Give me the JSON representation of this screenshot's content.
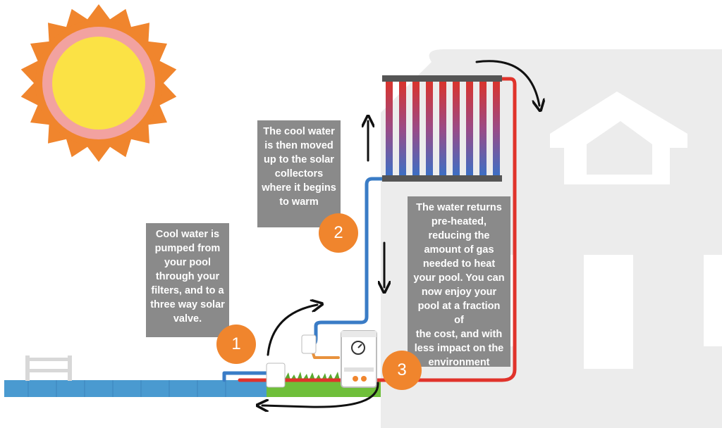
{
  "callouts": {
    "step1": "Cool water is\npumped from\nyour pool\nthrough your\nfilters, and to a\nthree way solar\nvalve.",
    "step2": "The cool water\nis then moved\nup to the solar\ncollectors\nwhere it begins\nto warm",
    "step3": "The water returns\npre-heated,\nreducing the\namount of gas\nneeded to heat\nyour pool.  You can\nnow enjoy your\npool at a fraction of\nthe cost, and with\nless impact on the\nenvironment"
  },
  "steps": {
    "one": "1",
    "two": "2",
    "three": "3"
  },
  "colors": {
    "sun_outer": "#f0852d",
    "sun_ring": "#f2a2a0",
    "sun_core": "#fbe245",
    "cold_pipe": "#3a7cc6",
    "hot_pipe": "#e0332b",
    "house": "#ececec",
    "callout_bg": "#8a8a8a",
    "badge": "#f0852d",
    "pool": "#4a9ad0",
    "grass": "#6fbf3a"
  }
}
